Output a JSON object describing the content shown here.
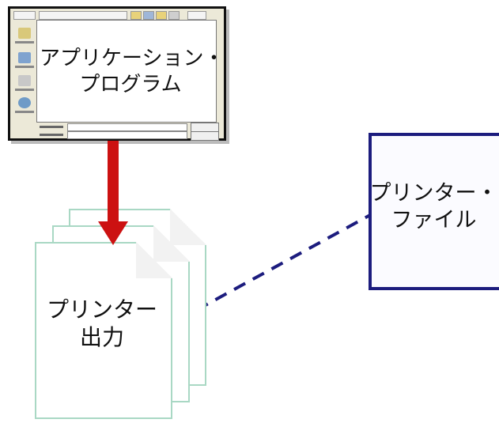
{
  "diagram": {
    "application": {
      "line1": "アプリケーション・",
      "line2": "プログラム"
    },
    "printer_output": {
      "line1": "プリンター",
      "line2": "出力"
    },
    "printer_file": {
      "line1": "プリンター・",
      "line2": "ファイル"
    }
  },
  "colors": {
    "arrow": "#cc1111",
    "dashed_link": "#1c1c7e",
    "page_border": "#a9d8c4",
    "file_border": "#1c1c7e"
  }
}
